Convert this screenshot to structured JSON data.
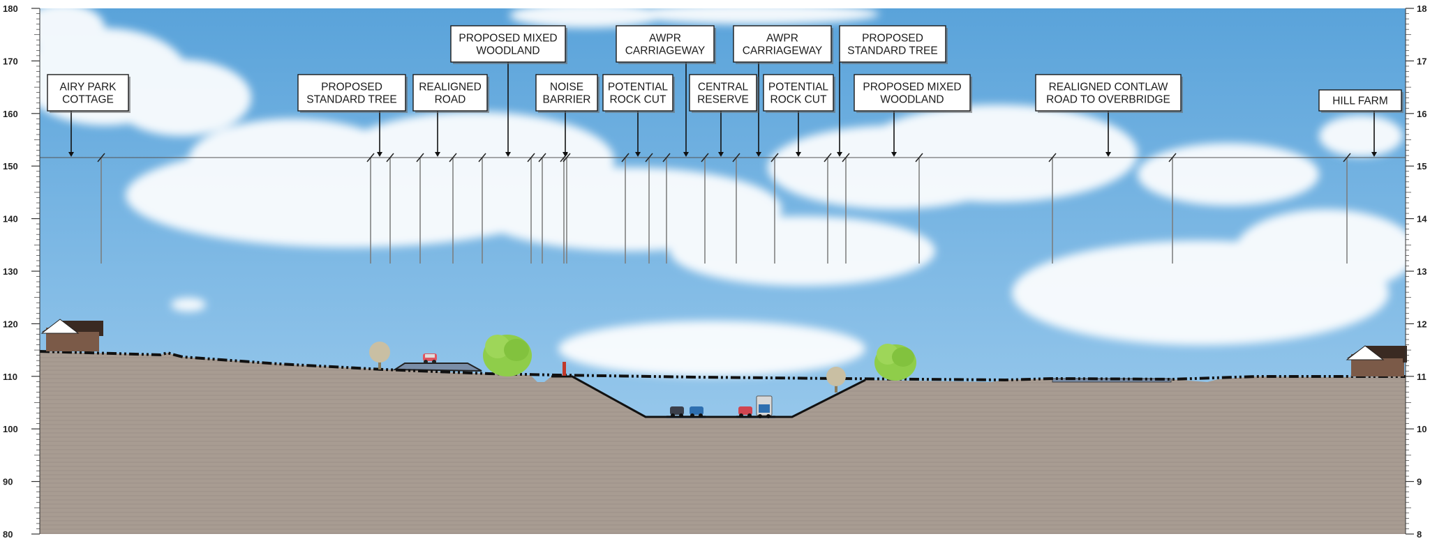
{
  "axis": {
    "elevation_min": 80,
    "elevation_max": 180,
    "ticks": [
      "180",
      "170",
      "160",
      "150",
      "140",
      "130",
      "120",
      "110",
      "100",
      "90",
      "80"
    ],
    "right_ticks": [
      "18",
      "17",
      "16",
      "15",
      "14",
      "13",
      "12",
      "11",
      "10",
      "9",
      "8"
    ]
  },
  "labels": [
    {
      "id": "airy-park-cottage",
      "lines": [
        "AIRY PARK",
        "COTTAGE"
      ]
    },
    {
      "id": "proposed-standard-tree-1",
      "lines": [
        "PROPOSED",
        "STANDARD TREE"
      ]
    },
    {
      "id": "realigned-road",
      "lines": [
        "REALIGNED",
        "ROAD"
      ]
    },
    {
      "id": "proposed-mixed-woodland-1",
      "lines": [
        "PROPOSED MIXED",
        "WOODLAND"
      ]
    },
    {
      "id": "noise-barrier",
      "lines": [
        "NOISE",
        "BARRIER"
      ]
    },
    {
      "id": "potential-rock-cut-1",
      "lines": [
        "POTENTIAL",
        "ROCK CUT"
      ]
    },
    {
      "id": "awpr-carriageway-1",
      "lines": [
        "AWPR",
        "CARRIAGEWAY"
      ]
    },
    {
      "id": "central-reserve",
      "lines": [
        "CENTRAL",
        "RESERVE"
      ]
    },
    {
      "id": "awpr-carriageway-2",
      "lines": [
        "AWPR",
        "CARRIAGEWAY"
      ]
    },
    {
      "id": "potential-rock-cut-2",
      "lines": [
        "POTENTIAL",
        "ROCK CUT"
      ]
    },
    {
      "id": "proposed-standard-tree-2",
      "lines": [
        "PROPOSED",
        "STANDARD TREE"
      ]
    },
    {
      "id": "proposed-mixed-woodland-2",
      "lines": [
        "PROPOSED MIXED",
        "WOODLAND"
      ]
    },
    {
      "id": "realigned-contlaw-road",
      "lines": [
        "REALIGNED CONTLAW",
        "ROAD TO OVERBRIDGE"
      ]
    },
    {
      "id": "hill-farm",
      "lines": [
        "HILL FARM"
      ]
    }
  ],
  "colors": {
    "sky_top": "#5aa3da",
    "sky_bottom": "#a6d1f0",
    "ground": "#a89c92",
    "road": "#7a8ea8",
    "tree": "#8fcd4a",
    "tree_small": "#c9bfa3",
    "house_wall": "#7b5a48",
    "house_roof": "#3a2a22",
    "barrier": "#c0392b"
  }
}
